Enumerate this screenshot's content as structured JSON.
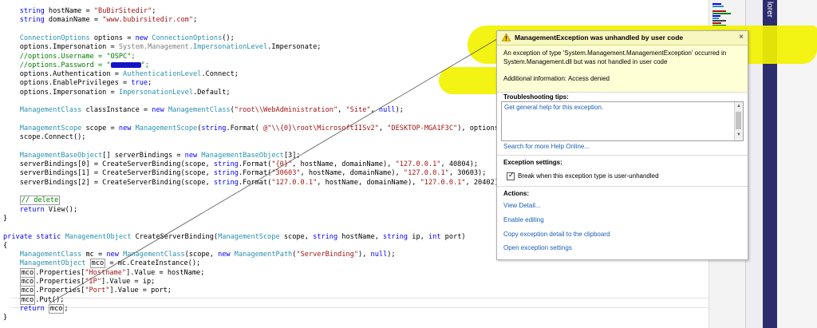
{
  "code": {
    "lines": [
      [
        [
          "    string ",
          "kw"
        ],
        [
          "hostName = ",
          "pl"
        ],
        [
          "\"BuBirSitedir\"",
          "str"
        ],
        [
          ";",
          "pl"
        ]
      ],
      [
        [
          "    string ",
          "kw"
        ],
        [
          "domainName = ",
          "pl"
        ],
        [
          "\"www.bubirsitedir.com\"",
          "str"
        ],
        [
          ";",
          "pl"
        ]
      ],
      [],
      [
        [
          "    ConnectionOptions",
          "ty"
        ],
        [
          " options = ",
          "pl"
        ],
        [
          "new ",
          "kw"
        ],
        [
          "ConnectionOptions",
          "ty"
        ],
        [
          "();",
          "pl"
        ]
      ],
      [
        [
          "    options.Impersonation = ",
          "pl"
        ],
        [
          "System.Management.",
          "gray"
        ],
        [
          "ImpersonationLevel",
          "ty"
        ],
        [
          ".Impersonate;",
          "pl"
        ]
      ],
      [
        [
          "    //options.Username = \"OSPC\";",
          "cm"
        ]
      ],
      [
        [
          "    //options.Password = \"",
          "cm"
        ],
        [
          "",
          "redact"
        ],
        [
          "\";",
          "cm"
        ]
      ],
      [
        [
          "    options.Authentication = ",
          "pl"
        ],
        [
          "AuthenticationLevel",
          "ty"
        ],
        [
          ".Connect;",
          "pl"
        ]
      ],
      [
        [
          "    options.EnablePrivileges = ",
          "pl"
        ],
        [
          "true",
          "kw"
        ],
        [
          ";",
          "pl"
        ]
      ],
      [
        [
          "    options.Impersonation = ",
          "pl"
        ],
        [
          "ImpersonationLevel",
          "ty"
        ],
        [
          ".Default;",
          "pl"
        ]
      ],
      [],
      [
        [
          "    ManagementClass",
          "ty"
        ],
        [
          " classInstance = ",
          "pl"
        ],
        [
          "new ",
          "kw"
        ],
        [
          "ManagementClass",
          "ty"
        ],
        [
          "(",
          "pl"
        ],
        [
          "\"root\\\\WebAdministration\"",
          "str"
        ],
        [
          ", ",
          "pl"
        ],
        [
          "\"Site\"",
          "str"
        ],
        [
          ", ",
          "pl"
        ],
        [
          "null",
          "kw"
        ],
        [
          ");",
          "pl"
        ]
      ],
      [],
      [
        [
          "    ManagementScope",
          "ty"
        ],
        [
          " scope = ",
          "pl"
        ],
        [
          "new ",
          "kw"
        ],
        [
          "ManagementScope",
          "ty"
        ],
        [
          "(",
          "pl"
        ],
        [
          "string",
          "kw"
        ],
        [
          ".Format( ",
          "pl"
        ],
        [
          "@\"\\\\{0}\\root\\MicrosoftIISv2\"",
          "str"
        ],
        [
          ", ",
          "pl"
        ],
        [
          "\"DESKTOP-MGA1F3C\"",
          "str"
        ],
        [
          "), options);",
          "pl"
        ]
      ],
      [
        [
          "    scope.Connect();",
          "pl"
        ]
      ],
      [],
      [
        [
          "    ManagementBaseObject",
          "ty"
        ],
        [
          "[] serverBindings = ",
          "pl"
        ],
        [
          "new ",
          "kw"
        ],
        [
          "ManagementBaseObject",
          "ty"
        ],
        [
          "[3];",
          "pl"
        ]
      ],
      [
        [
          "    serverBindings[0] = CreateServerBinding(scope, ",
          "pl"
        ],
        [
          "string",
          "kw"
        ],
        [
          ".Format(",
          "pl"
        ],
        [
          "\"{0}\"",
          "str"
        ],
        [
          ", hostName, domainName), ",
          "pl"
        ],
        [
          "\"127.0.0.1\"",
          "str"
        ],
        [
          ", 40804);",
          "pl"
        ]
      ],
      [
        [
          "    serverBindings[1] = CreateServerBinding(scope, ",
          "pl"
        ],
        [
          "string",
          "kw"
        ],
        [
          ".Format(",
          "pl"
        ],
        [
          "\"30603\"",
          "str"
        ],
        [
          ", hostName, domainName), ",
          "pl"
        ],
        [
          "\"127.0.0.1\"",
          "str"
        ],
        [
          ", 30603);",
          "pl"
        ]
      ],
      [
        [
          "    serverBindings[2] = CreateServerBinding(scope, ",
          "pl"
        ],
        [
          "string",
          "kw"
        ],
        [
          ".Format(",
          "pl"
        ],
        [
          "\"127.0.0.1\"",
          "str"
        ],
        [
          ", hostName, domainName), ",
          "pl"
        ],
        [
          "\"127.0.0.1\"",
          "str"
        ],
        [
          ", 20402);",
          "pl"
        ]
      ],
      [],
      [
        [
          "    ",
          "pl"
        ],
        [
          "// delete",
          "cmbox"
        ]
      ],
      [
        [
          "    return ",
          "kw"
        ],
        [
          "View();",
          "pl"
        ]
      ],
      [
        [
          "}",
          "pl"
        ]
      ],
      [],
      [
        [
          "private static ",
          "kw"
        ],
        [
          "ManagementObject",
          "ty"
        ],
        [
          " CreateServerBinding(",
          "pl"
        ],
        [
          "ManagementScope",
          "ty"
        ],
        [
          " scope, ",
          "pl"
        ],
        [
          "string ",
          "kw"
        ],
        [
          "hostName, ",
          "pl"
        ],
        [
          "string ",
          "kw"
        ],
        [
          "ip, ",
          "pl"
        ],
        [
          "int ",
          "kw"
        ],
        [
          "port)",
          "pl"
        ]
      ],
      [
        [
          "{",
          "pl"
        ]
      ],
      [
        [
          "    ManagementClass",
          "ty"
        ],
        [
          " mc = ",
          "pl"
        ],
        [
          "new ",
          "kw"
        ],
        [
          "ManagementClass",
          "ty"
        ],
        [
          "(scope, ",
          "pl"
        ],
        [
          "new ",
          "kw"
        ],
        [
          "ManagementPath",
          "ty"
        ],
        [
          "(",
          "pl"
        ],
        [
          "\"ServerBinding\"",
          "str"
        ],
        [
          "), ",
          "pl"
        ],
        [
          "null",
          "kw"
        ],
        [
          ");",
          "pl"
        ]
      ],
      [
        [
          "    ManagementObject",
          "ty"
        ],
        [
          " ",
          "pl"
        ],
        [
          "mco",
          "box"
        ],
        [
          " = mc.CreateInstance();",
          "pl"
        ]
      ],
      [
        [
          "    ",
          "pl"
        ],
        [
          "mco",
          "box"
        ],
        [
          ".Properties[",
          "pl"
        ],
        [
          "\"Hostname\"",
          "str"
        ],
        [
          "].Value = hostName;",
          "pl"
        ]
      ],
      [
        [
          "    ",
          "pl"
        ],
        [
          "mco",
          "box"
        ],
        [
          ".Properties[",
          "pl"
        ],
        [
          "\"IP\"",
          "str"
        ],
        [
          "].Value = ip;",
          "pl"
        ]
      ],
      [
        [
          "    ",
          "pl"
        ],
        [
          "mco",
          "box"
        ],
        [
          ".Properties[",
          "pl"
        ],
        [
          "\"Port\"",
          "str"
        ],
        [
          "].Value = port;",
          "pl"
        ]
      ],
      [
        [
          "    ",
          "pl"
        ],
        [
          "mco",
          "box"
        ],
        [
          ".Put();",
          "pl"
        ]
      ],
      [
        [
          "    return ",
          "kw"
        ],
        [
          "mco",
          "box"
        ],
        [
          ";",
          "pl"
        ]
      ],
      [
        [
          "}",
          "pl"
        ]
      ]
    ]
  },
  "exception": {
    "title": "ManagementException was unhandled by user code",
    "close_label": "×",
    "message": "An exception of type 'System.Management.ManagementException' occurred in System.Management.dll but was not handled in user code",
    "additional_info": "Additional information: Access denied",
    "troubleshooting_heading": "Troubleshooting tips:",
    "tip_link": "Get general help for this exception.",
    "search_link": "Search for more Help Online...",
    "settings_heading": "Exception settings:",
    "break_checkbox_label": "Break when this exception type is user-unhandled",
    "break_checked": true,
    "actions_heading": "Actions:",
    "actions": [
      "View Detail...",
      "Enable editing",
      "Copy exception detail to the clipboard",
      "Open exception settings"
    ]
  },
  "side_panel": {
    "explorer_label": "lorer"
  },
  "colors": {
    "keyword": "#0000ff",
    "type": "#2b91af",
    "string": "#a31515",
    "comment": "#008000",
    "link": "#1a5fb4",
    "highlight": "#f2f200"
  }
}
